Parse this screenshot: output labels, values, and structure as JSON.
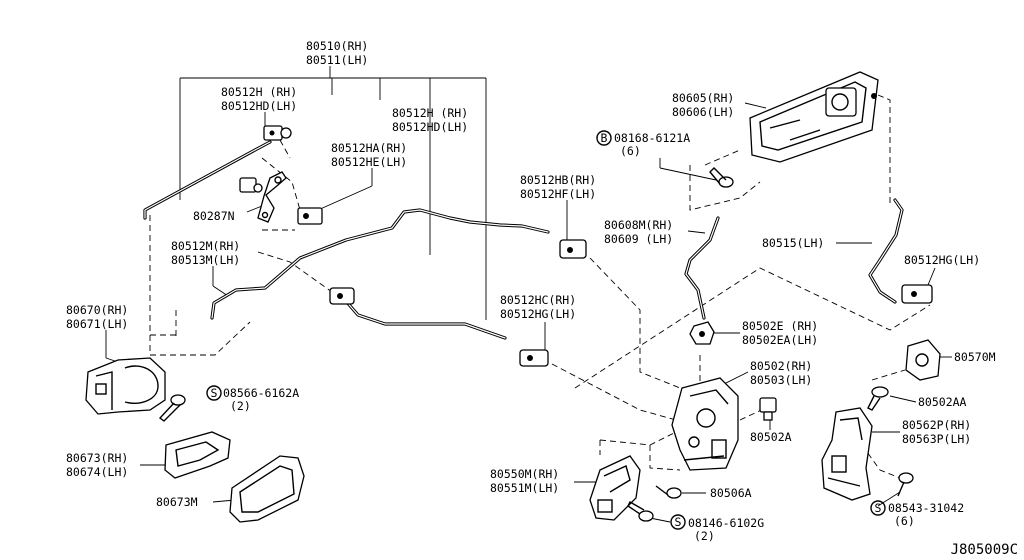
{
  "diagram_code": "J805009C",
  "callouts": {
    "c80510": [
      "80510(RH)",
      "80511(LH)"
    ],
    "c80512H_top": [
      "80512H  (RH)",
      "80512HD(LH)"
    ],
    "c80512H_mid": [
      "80512H  (RH)",
      "80512HD(LH)"
    ],
    "c80512HA": [
      "80512HA(RH)",
      "80512HE(LH)"
    ],
    "c80287N": [
      "80287N"
    ],
    "c80512M": [
      "80512M(RH)",
      "80513M(LH)"
    ],
    "c80670": [
      "80670(RH)",
      "80671(LH)"
    ],
    "c08566": [
      "08566-6162A",
      "(2)"
    ],
    "c80673": [
      "80673(RH)",
      "80674(LH)"
    ],
    "c80673M": [
      "80673M"
    ],
    "c80512HB": [
      "80512HB(RH)",
      "80512HF(LH)"
    ],
    "c80512HC": [
      "80512HC(RH)",
      "80512HG(LH)"
    ],
    "c80605": [
      "80605(RH)",
      "80606(LH)"
    ],
    "c08168": [
      "08168-6121A",
      "(6)"
    ],
    "c80608M": [
      "80608M(RH)",
      "80609 (LH)"
    ],
    "c80515": [
      "80515(LH)"
    ],
    "c80512HG": [
      "80512HG(LH)"
    ],
    "c80502E": [
      "80502E (RH)",
      "80502EA(LH)"
    ],
    "c80502": [
      "80502(RH)",
      "80503(LH)"
    ],
    "c80570M": [
      "80570M"
    ],
    "c80502AA": [
      "80502AA"
    ],
    "c80502A": [
      "80502A"
    ],
    "c80562P": [
      "80562P(RH)",
      "80563P(LH)"
    ],
    "c80550M": [
      "80550M(RH)",
      "80551M(LH)"
    ],
    "c80506A": [
      "80506A"
    ],
    "c08146": [
      "08146-6102G",
      "(2)"
    ],
    "c08543": [
      "08543-31042",
      "(6)"
    ]
  },
  "symbols": {
    "bolt_S": "S",
    "bolt_B": "B"
  }
}
